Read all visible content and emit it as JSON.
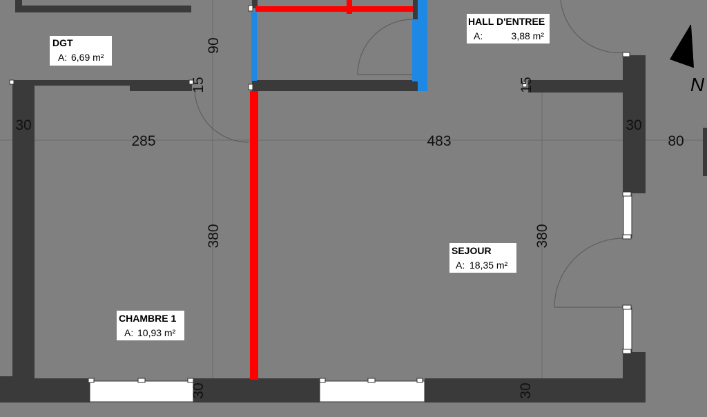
{
  "rooms": {
    "dgt": {
      "name": "DGT",
      "area_prefix": "A:",
      "area_value": "6,69 m²"
    },
    "hall": {
      "name": "HALL D'ENTREE",
      "area_prefix": "A:",
      "area_value": "3,88 m²"
    },
    "sejour": {
      "name": "SEJOUR",
      "area_prefix": "A:",
      "area_value": "18,35 m²"
    },
    "chambre1": {
      "name": "CHAMBRE 1",
      "area_prefix": "A:",
      "area_value": "10,93 m²"
    }
  },
  "dimensions": {
    "chambre_width": "285",
    "sejour_width": "483",
    "right_outside": "80",
    "left_wall": "30",
    "right_wall": "30",
    "chambre_height": "380",
    "sejour_height": "380",
    "dgt_depth": "90",
    "partition_left": "15",
    "partition_right": "15",
    "bottom_wall_left": "30",
    "bottom_wall_right": "30"
  },
  "north_label": "N",
  "colors": {
    "background": "#808080",
    "wall": "#3a3a3a",
    "demolished_wall": "#ff0000",
    "new_wall": "#1e88e5",
    "window": "#ffffff"
  }
}
